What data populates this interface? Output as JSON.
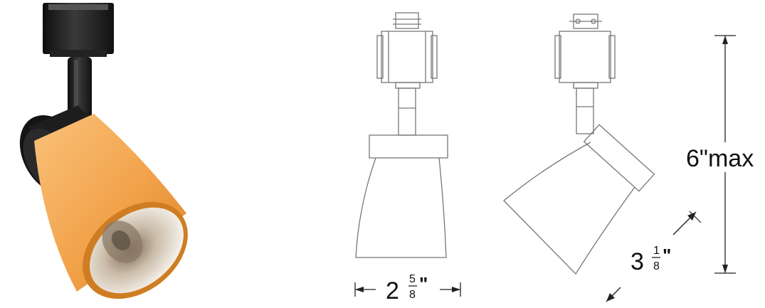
{
  "photo": {
    "icon": "track-light-photo",
    "colors": {
      "glass": "#f2a24a",
      "glass_edge": "#cf7d22",
      "metal": "#1b1b1b",
      "inner": "#f6f1ea"
    }
  },
  "front_view": {
    "width_label": {
      "whole": "2",
      "numerator": "5",
      "denominator": "8",
      "unit": "\""
    }
  },
  "side_view": {
    "height_label": "6\"max",
    "shade_label": {
      "whole": "3",
      "numerator": "1",
      "denominator": "8",
      "unit": "\""
    }
  }
}
